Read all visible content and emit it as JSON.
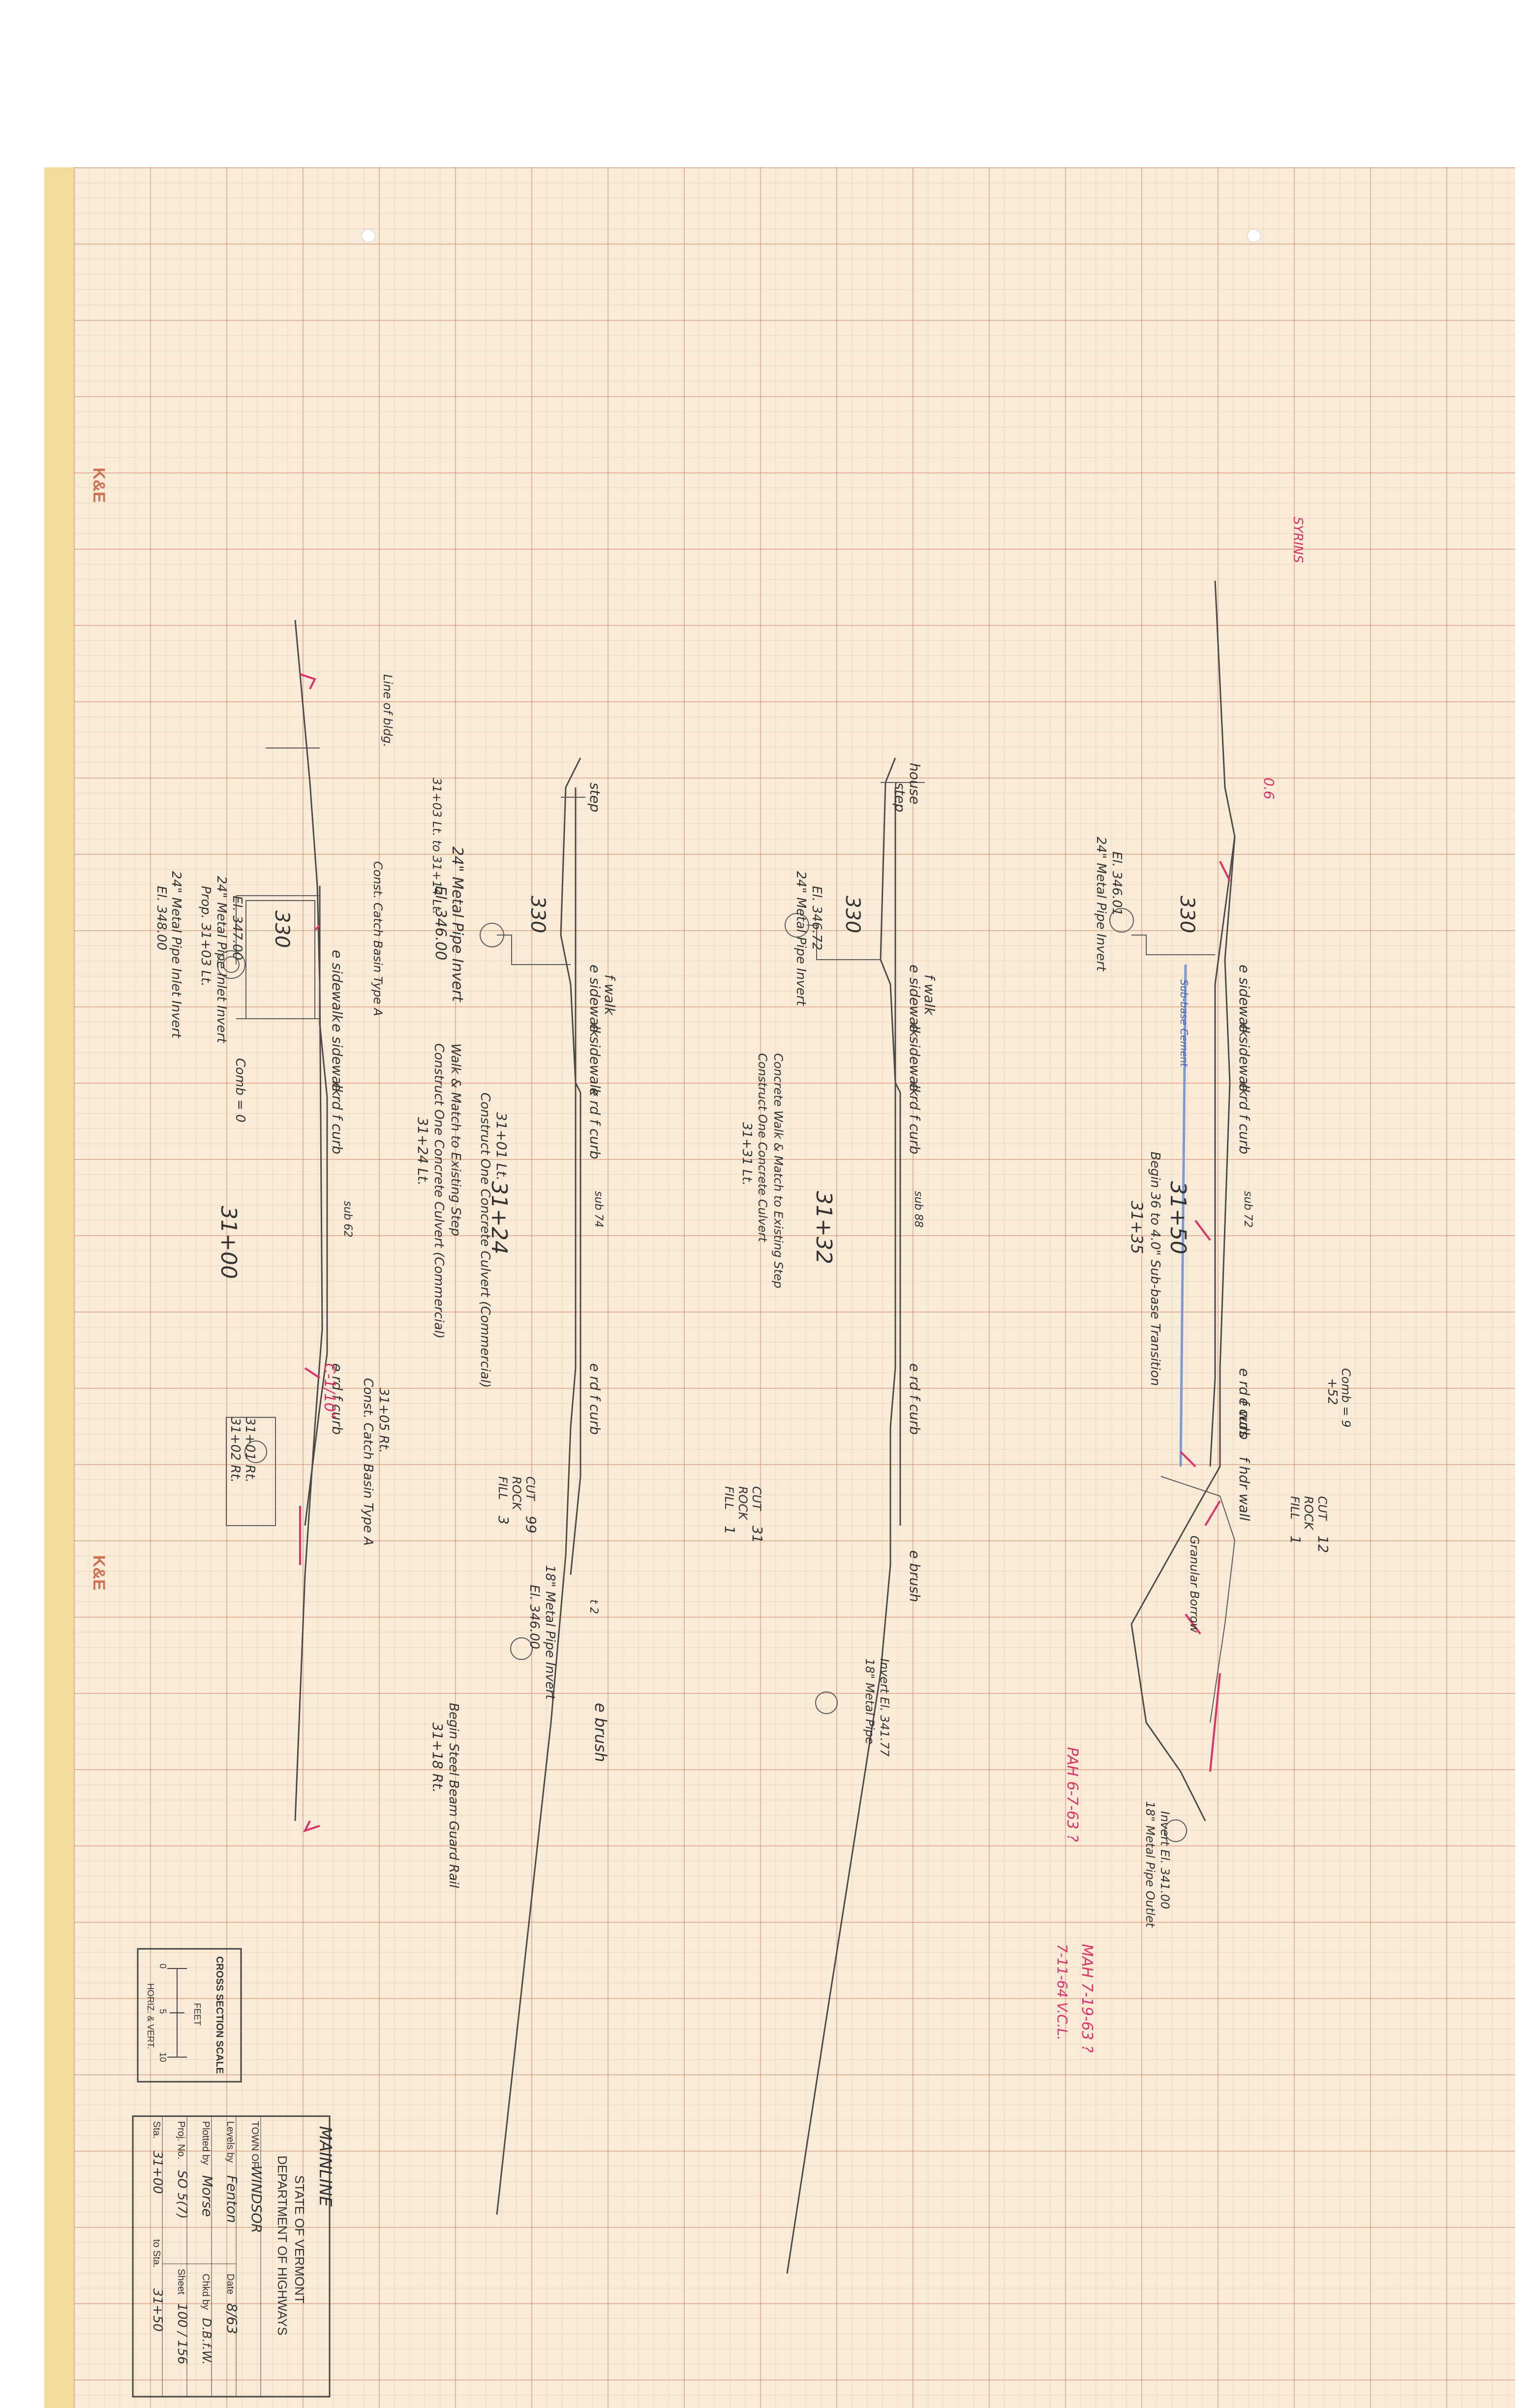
{
  "title_block": {
    "line": "MAINLINE",
    "state": "STATE OF VERMONT",
    "dept": "DEPARTMENT OF HIGHWAYS",
    "town_label": "TOWN OF",
    "town": "WINDSOR",
    "levels_label": "Levels by",
    "levels_by": "Fenton",
    "date_label": "Date",
    "date": "8/63",
    "plotted_label": "Plotted by",
    "plotted_by": "Morse",
    "chkd_label": "Chkd by",
    "chkd_by": "D.B.f.W.",
    "proj_label": "Proj. No.",
    "proj_no": "SO 5(7)",
    "sheet_label": "Sheet",
    "sheet": "100 / 156",
    "sta_label": "Sta.",
    "sta_from": "31+00",
    "to_label": "to Sta.",
    "sta_to": "31+50"
  },
  "scale_box": {
    "title": "CROSS SECTION SCALE",
    "unit": "FEET",
    "note": "HORIZ. & VERT.",
    "ticks": [
      "0",
      "5",
      "10"
    ]
  },
  "maker_mark": "K&E",
  "sections": [
    {
      "station": "31+00",
      "el": "330",
      "labels": [
        "e sidewalk",
        "e sidewalk",
        "e rd f curb",
        "e rd f curb",
        "sub 62"
      ],
      "notes": [
        "24\" Metal Pipe Invert",
        "El. 346.00",
        "Construct One Concrete Culvert (Commercial)",
        "31+01 Lt.",
        "Const. Catch Basin Type A",
        "31+03 Lt. to 31+14 Lt.",
        "31+05 Rt.",
        "Prop. 31+03 Lt.",
        "24\" Metal Pipe Inlet Invert",
        "El. 347.00",
        "31+02 Rt.",
        "24\" Metal Pipe Inlet Invert",
        "El. 348.00",
        "31+01 Rt.",
        "Const. Catch Basin Type A",
        "Comb = 0",
        "Line of bldg.",
        "C-1/10\""
      ]
    },
    {
      "station": "31+24",
      "el": "330",
      "labels": [
        "step",
        "e sidewalk",
        "f walk",
        "e sidewalk",
        "e rd f curb",
        "e rd f curb",
        "sub 74",
        "e brush",
        "t 2"
      ],
      "notes": [
        "31+24 Lt.",
        "Construct One Concrete Culvert (Commercial)",
        "Walk & Match to Existing Step",
        "18\" Metal Pipe Invert",
        "El. 346.00",
        "31+18 Rt.",
        "Begin Steel Beam Guard Rail"
      ],
      "cut_fill": {
        "cut_label": "CUT",
        "cut": "99",
        "rock_label": "ROCK",
        "rock": "",
        "fill_label": "FILL",
        "fill": "3"
      }
    },
    {
      "station": "31+32",
      "el": "330",
      "labels": [
        "house",
        "step",
        "e sidewalk",
        "f walk",
        "e sidewalk",
        "e rd f curb",
        "e rd f curb",
        "sub 88",
        "e brush"
      ],
      "notes": [
        "24\" Metal Pipe Invert",
        "El. 346.72",
        "31+31 Lt.",
        "Construct One Concrete Culvert",
        "Concrete Walk & Match to Existing Step",
        "18\" Metal Pipe",
        "Invert El. 341.77"
      ],
      "cut_fill": {
        "cut_label": "CUT",
        "cut": "31",
        "rock_label": "ROCK",
        "rock": "",
        "fill_label": "FILL",
        "fill": "1"
      }
    },
    {
      "station": "31+50",
      "el": "330",
      "labels": [
        "e sidewalk",
        "e sidewalk",
        "e rd f curb",
        "e rd f curb",
        "e wds",
        "f hdr wall",
        "sub 72",
        "0.6"
      ],
      "notes": [
        "24\" Metal Pipe Invert",
        "El. 346.01",
        "31+35",
        "Begin 36 to 4.0\" Sub-base Transition",
        "Granular Borrow",
        "18\" Metal Pipe Outlet",
        "Invert El. 341.00",
        "+52",
        "Comb = 9",
        "SYRINS",
        "Sub-base Cement"
      ],
      "cut_fill": {
        "cut_label": "CUT",
        "cut": "12",
        "rock_label": "ROCK",
        "rock": "",
        "fill_label": "FILL",
        "fill": "1"
      }
    }
  ],
  "margin_notes": [
    "PAH 6-7-63 ?",
    "MAH 7-19-63 ?",
    "7-11-64 V.C.L."
  ],
  "colors": {
    "paper": "#f8ecd8",
    "grid": "#d6785a",
    "pencil": "#4a4a4a",
    "red": "#e0306a",
    "blue": "#7a9ad8"
  }
}
